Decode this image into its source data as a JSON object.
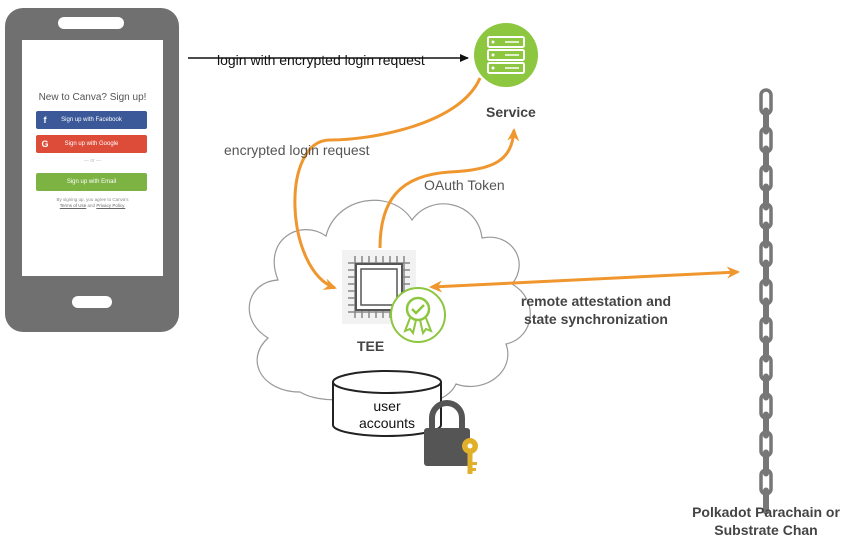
{
  "phone": {
    "title": "New to Canva? Sign up!",
    "facebook_label": "Sign up with Facebook",
    "google_label": "Sign up with Google",
    "or_label": "or",
    "email_label": "Sign up with Email",
    "terms_text": "By signing up, you agree to Canva's",
    "terms_link": "Terms of Use",
    "terms_and": "and",
    "privacy_link": "Privacy Policy."
  },
  "labels": {
    "login_request": "login with encrypted login request",
    "service": "Service",
    "encrypted_request": "encrypted login request",
    "oauth_token": "OAuth Token",
    "tee": "TEE",
    "attestation_line1": "remote attestation and",
    "attestation_line2": "state synchronization",
    "db_line1": "user",
    "db_line2": "accounts",
    "chain_line1": "Polkadot Parachain or",
    "chain_line2": "Substrate Chan"
  },
  "colors": {
    "arrow_orange": "#f0962e",
    "service_green": "#8dc63f",
    "cloud_stroke": "#999999",
    "chain_gray": "#777777"
  },
  "icons": {
    "service": "server-icon",
    "tee": "cpu-chip-icon",
    "certified": "award-badge-icon",
    "lock": "padlock-icon",
    "key": "key-icon",
    "chain": "chain-icon"
  }
}
